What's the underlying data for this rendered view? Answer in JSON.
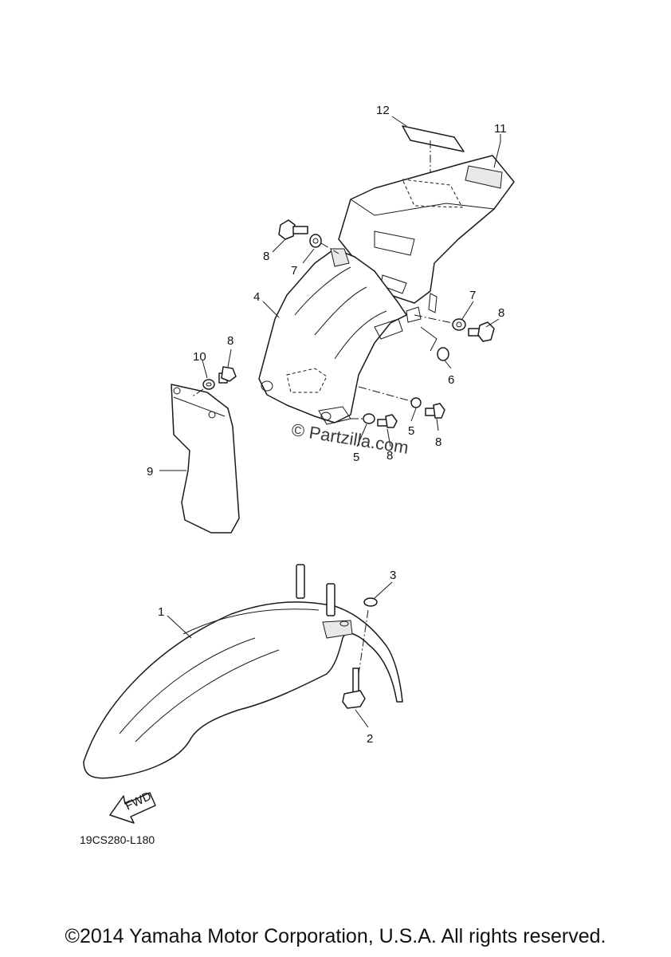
{
  "diagram_code": "19CS280-L180",
  "copyright": "©2014 Yamaha Motor Corporation, U.S.A. All rights reserved.",
  "watermark": "© Partzilla.com",
  "fwd_label": "FWD",
  "callouts": [
    "1",
    "2",
    "3",
    "4",
    "5",
    "5",
    "6",
    "7",
    "7",
    "8",
    "8",
    "8",
    "8",
    "8",
    "9",
    "10",
    "11",
    "12"
  ]
}
